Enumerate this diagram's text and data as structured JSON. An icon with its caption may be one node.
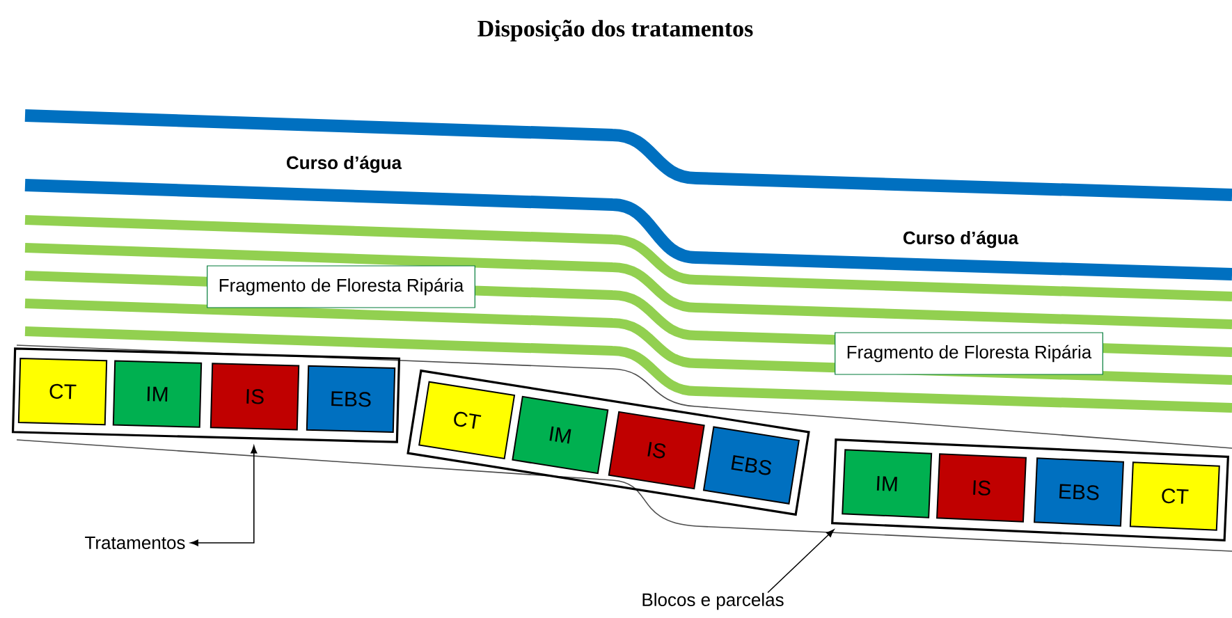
{
  "diagram": {
    "title": "Disposição dos tratamentos",
    "nodes": [
      {
        "text": [],
        "shape": "box"
      },
      {
        "text": [
          "CT"
        ],
        "in": 0
      },
      {
        "text": [
          "IM"
        ],
        "in": 0
      },
      {
        "text": [
          "IS"
        ],
        "in": 0
      },
      {
        "text": [
          "EBS"
        ],
        "in": 0
      },
      {
        "text": [],
        "shape": "box"
      },
      {
        "text": [
          "CT"
        ],
        "in": 5
      },
      {
        "text": [
          "IM"
        ],
        "in": 5
      },
      {
        "text": [
          "IS"
        ],
        "in": 5
      },
      {
        "text": [
          "EBS"
        ],
        "in": 5
      },
      {
        "text": [],
        "shape": "box"
      },
      {
        "text": [
          "IM"
        ],
        "in": 10
      },
      {
        "text": [
          "IS"
        ],
        "in": 10
      },
      {
        "text": [
          "EBS"
        ],
        "in": 10
      },
      {
        "text": [
          "CT"
        ],
        "in": 10
      },
      {
        "text": [
          "Fragmento de Floresta Ripária"
        ]
      },
      {
        "text": [
          "Fragmento de Floresta Ripária"
        ]
      },
      {
        "text": [
          "Tratamentos"
        ]
      },
      {
        "text": [
          "Blocos e parcelas"
        ]
      }
    ],
    "edges": [
      {
        "from": 3,
        "to": 17,
        "arrow": "both"
      },
      {
        "from": 18,
        "to": 10,
        "arrow": "to"
      }
    ],
    "labels": [
      "Curso d’água",
      "Curso d’água"
    ]
  }
}
